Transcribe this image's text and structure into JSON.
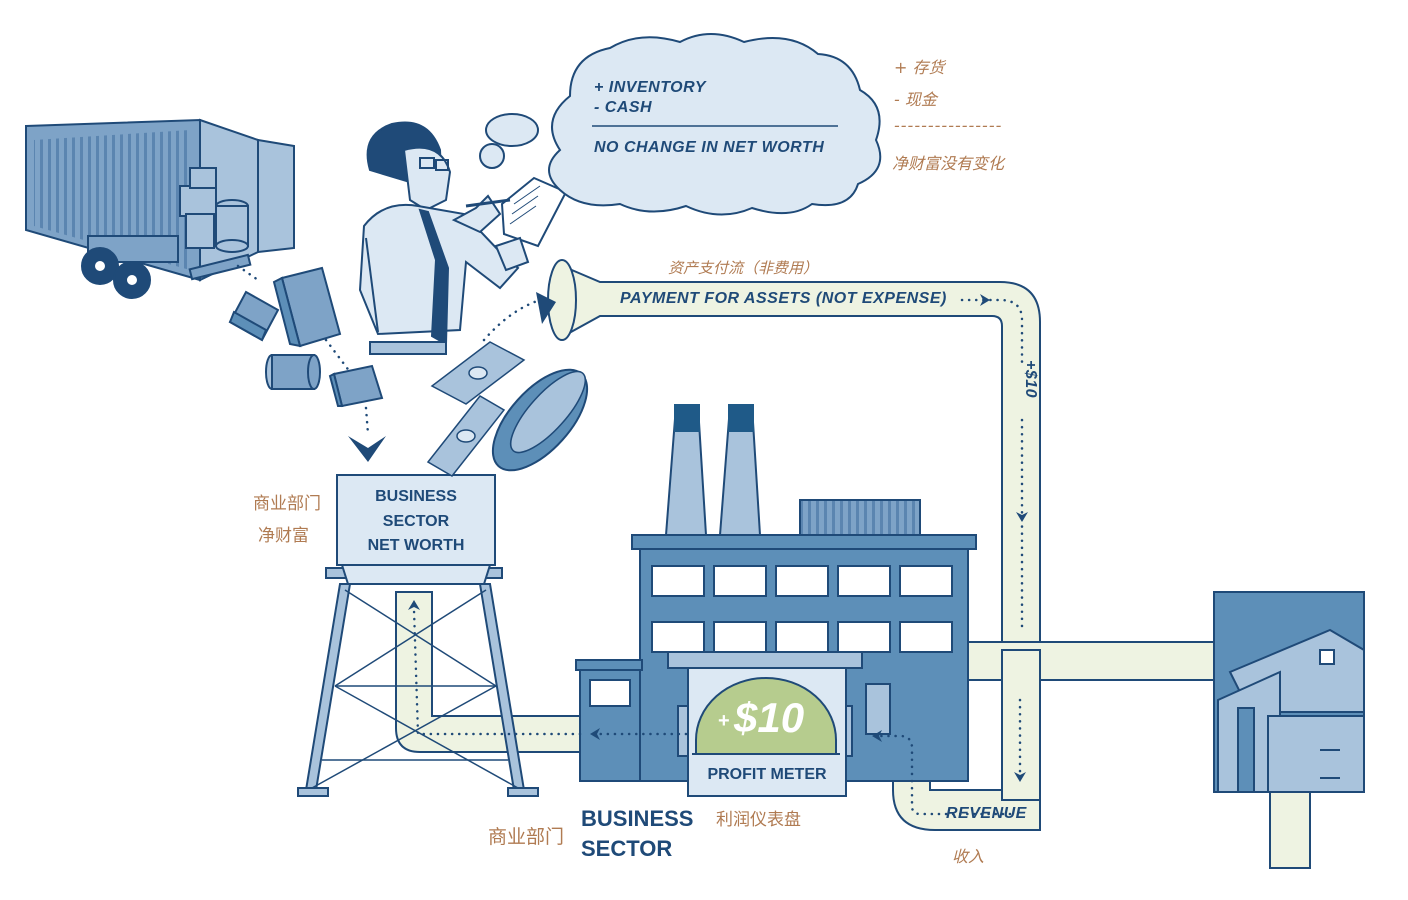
{
  "thought": {
    "line1": "+ INVENTORY",
    "line2": "- CASH",
    "line3": "NO CHANGE IN NET WORTH"
  },
  "thought_cn": {
    "line1": "+ 存货",
    "line2": "- 现金",
    "divider": "----------------",
    "line3": "净财富没有变化"
  },
  "payment": {
    "cn": "资产支付流（非费用）",
    "en": "PAYMENT FOR ASSETS (NOT EXPENSE)",
    "amount": "+$10"
  },
  "tower": {
    "cn_line1": "商业部门",
    "cn_line2": "净财富",
    "line1": "BUSINESS",
    "line2": "SECTOR",
    "line3": "NET WORTH"
  },
  "meter": {
    "value": "$10",
    "sign": "+",
    "label": "PROFIT METER",
    "cn": "利润仪表盘"
  },
  "sector": {
    "line1": "BUSINESS",
    "line2": "SECTOR",
    "cn": "商业部门"
  },
  "revenue": {
    "en": "REVENUE",
    "cn": "收入"
  },
  "colors": {
    "navy": "#1f4a78",
    "steel": "#5d8fb8",
    "light_blue": "#a9c3dc",
    "pale_blue": "#dce8f3",
    "pipe": "#eef3e2",
    "meter_green": "#b6cc8e",
    "chinese_text": "#b07b52"
  }
}
